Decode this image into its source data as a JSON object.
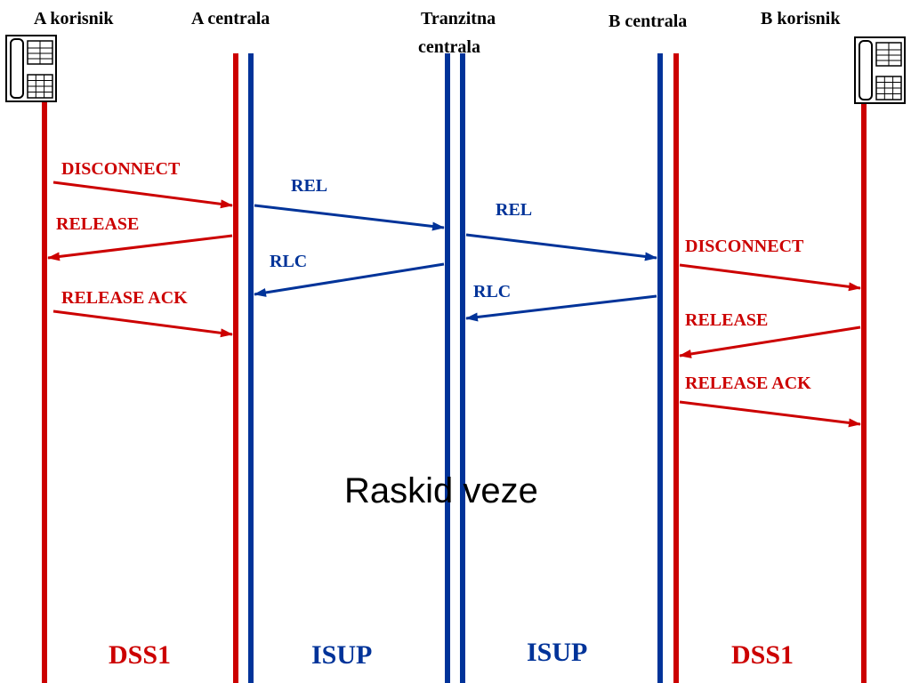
{
  "colors": {
    "red": "#cc0000",
    "blue": "#003399"
  },
  "entities": {
    "a_user": "A korisnik",
    "a_exchange": "A centrala",
    "transit_line1": "Tranzitna",
    "transit_line2": "centrala",
    "b_exchange": "B centrala",
    "b_user": "B korisnik"
  },
  "messages": {
    "a_disconnect": "DISCONNECT",
    "a_release": "RELEASE",
    "a_release_ack": "RELEASE ACK",
    "rel_1": "REL",
    "rlc_1": "RLC",
    "rel_2": "REL",
    "rlc_2": "RLC",
    "b_disconnect": "DISCONNECT",
    "b_release": "RELEASE",
    "b_release_ack": "RELEASE ACK"
  },
  "title": "Raskid veze",
  "protocols": {
    "left_dss1": "DSS1",
    "left_isup": "ISUP",
    "right_isup": "ISUP",
    "right_dss1": "DSS1"
  },
  "icons": {
    "a_phone": "telephone-icon",
    "b_phone": "telephone-icon"
  }
}
